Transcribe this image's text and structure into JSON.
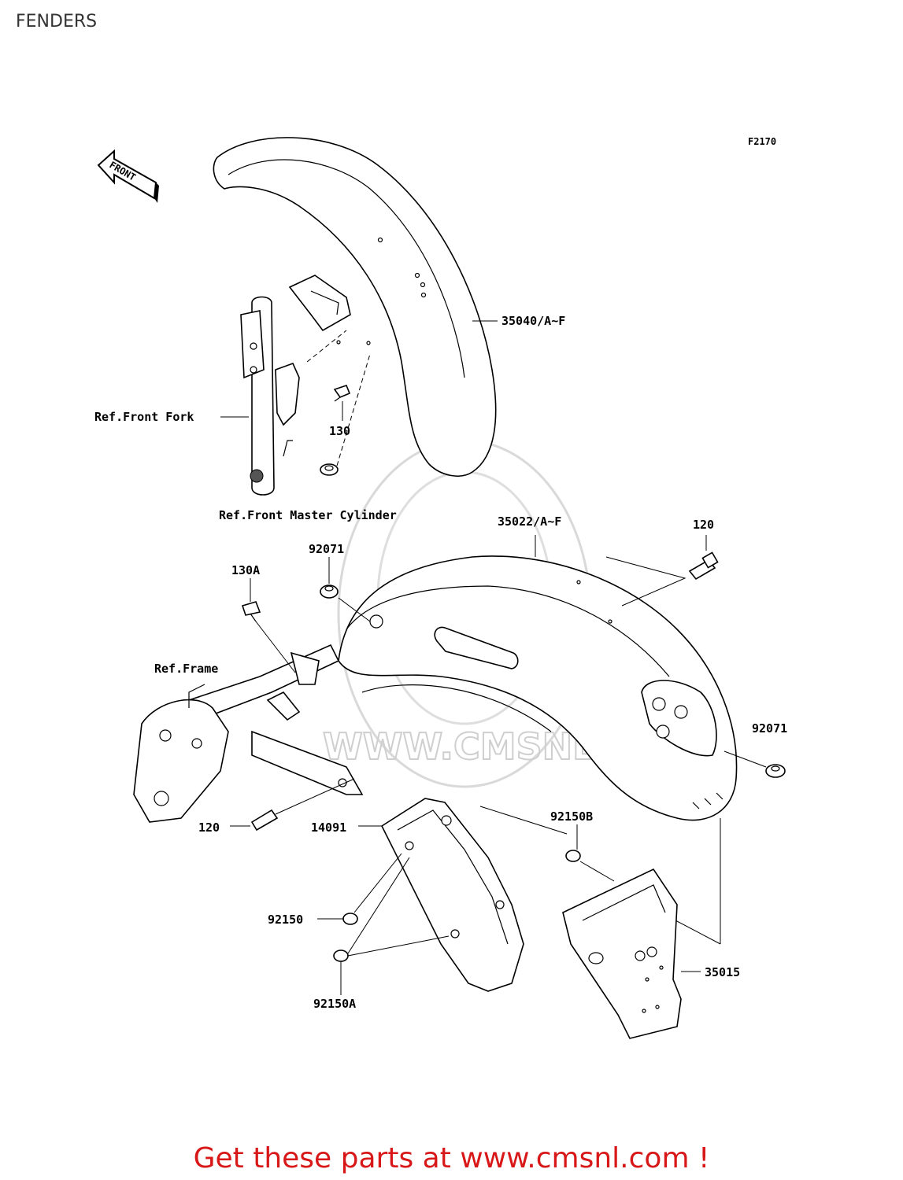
{
  "page": {
    "title": "FENDERS"
  },
  "diagram": {
    "figure_code": "F2170",
    "front_indicator": "FRONT",
    "watermark": "WWW.CMSNL.COM",
    "labels": {
      "p35040": "35040/A~F",
      "ref_front_fork": "Ref.Front Fork",
      "p130": "130",
      "ref_master_cylinder": "Ref.Front Master Cylinder",
      "p35022": "35022/A~F",
      "p120_top": "120",
      "p130a": "130A",
      "p92071_top": "92071",
      "ref_frame": "Ref.Frame",
      "p92071_right": "92071",
      "p120_bottom": "120",
      "p14091": "14091",
      "p92150b": "92150B",
      "p92150": "92150",
      "p35015": "35015",
      "p92150a": "92150A"
    }
  },
  "footer": {
    "text": "Get these parts at www.cmsnl.com !"
  }
}
